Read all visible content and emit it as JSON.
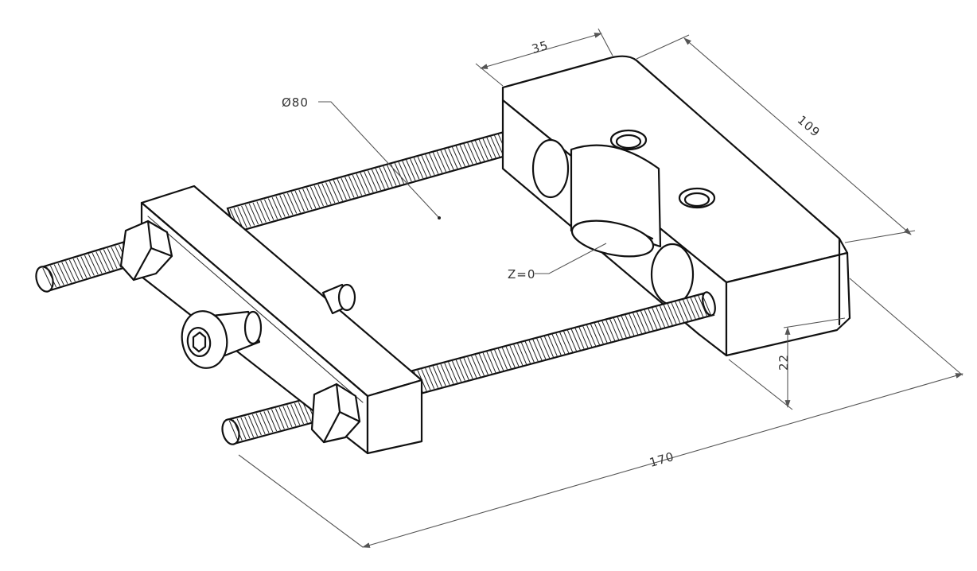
{
  "colors": {
    "line": "#111111",
    "dimension": "#555555",
    "background": "#ffffff"
  },
  "dimensions": {
    "width_35": "35",
    "length_109": "109",
    "diameter_80": "Ø80",
    "z_zero": "Z=0",
    "height_22": "22",
    "overall_170": "170"
  }
}
